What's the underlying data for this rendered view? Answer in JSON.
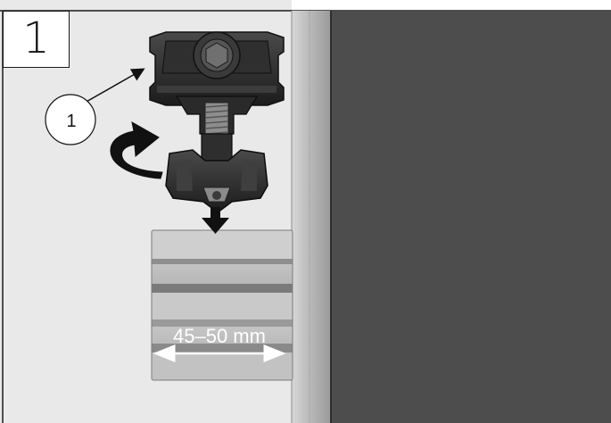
{
  "step": {
    "number": "1"
  },
  "callouts": [
    {
      "number": "1",
      "target": "clamp-top-cap"
    }
  ],
  "dimension": {
    "label": "45–50 mm"
  },
  "colors": {
    "panel": "#4d4d4d",
    "frame": "#c7c7c7",
    "background": "#e9e9e9",
    "rail": "#bdbdbd",
    "clamp": "#2a2a2a"
  },
  "icons": [
    "curved-rotate-arrow-icon",
    "down-arrow-icon"
  ]
}
